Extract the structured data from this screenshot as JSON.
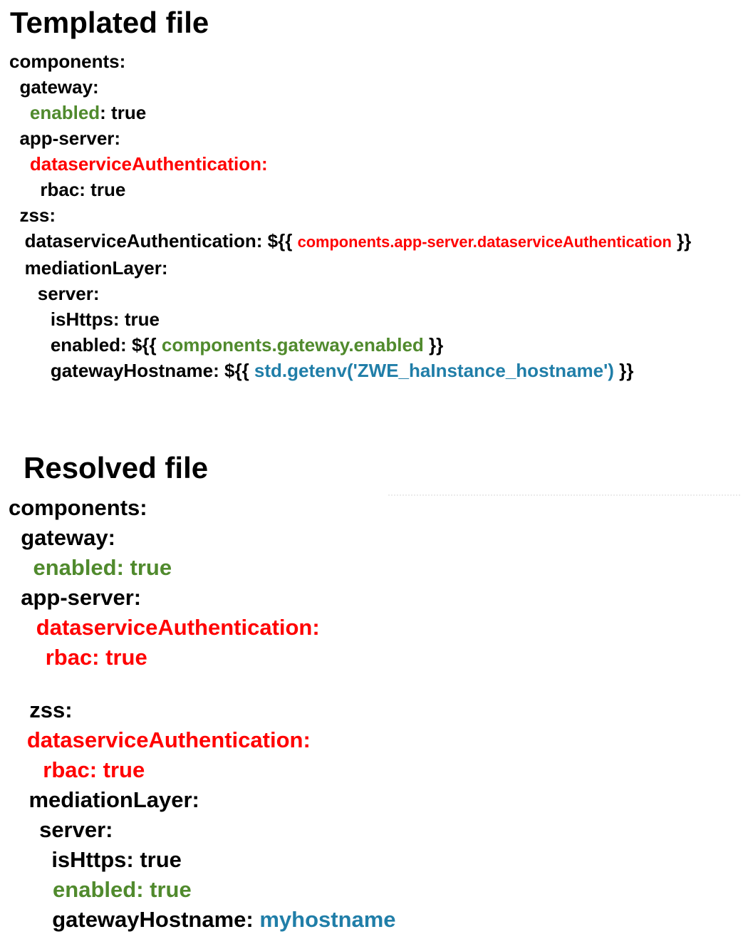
{
  "colors": {
    "black": "#000000",
    "green": "#508a2d",
    "red": "#ff0000",
    "blue": "#207ea8"
  },
  "templated": {
    "title": "Templated file",
    "lines": [
      {
        "indent": 0,
        "segments": [
          {
            "text": "components:",
            "color": "black"
          }
        ]
      },
      {
        "indent": 2,
        "segments": [
          {
            "text": "gateway:",
            "color": "black"
          }
        ]
      },
      {
        "indent": 4,
        "segments": [
          {
            "text": "enabled",
            "color": "green"
          },
          {
            "text": ": true",
            "color": "black"
          }
        ]
      },
      {
        "indent": 2,
        "segments": [
          {
            "text": "app-server:",
            "color": "black"
          }
        ]
      },
      {
        "indent": 4,
        "segments": [
          {
            "text": "dataserviceAuthentication:",
            "color": "red"
          }
        ]
      },
      {
        "indent": 6,
        "segments": [
          {
            "text": "rbac: true",
            "color": "black"
          }
        ]
      },
      {
        "indent": 2,
        "segments": [
          {
            "text": "zss:",
            "color": "black"
          }
        ]
      },
      {
        "indent": 3,
        "segments": [
          {
            "text": "dataserviceAuthentication: ${{ ",
            "color": "black"
          },
          {
            "text": "components.app-server.dataserviceAuthentication",
            "color": "red",
            "small": true
          },
          {
            "text": " }}",
            "color": "black"
          }
        ]
      },
      {
        "indent": 3,
        "segments": [
          {
            "text": "mediationLayer:",
            "color": "black"
          }
        ]
      },
      {
        "indent": 5.5,
        "segments": [
          {
            "text": "server:",
            "color": "black"
          }
        ]
      },
      {
        "indent": 8,
        "segments": [
          {
            "text": "isHttps: true",
            "color": "black"
          }
        ]
      },
      {
        "indent": 8,
        "segments": [
          {
            "text": "enabled: ${{ ",
            "color": "black"
          },
          {
            "text": "components.gateway.enabled",
            "color": "green"
          },
          {
            "text": " }}",
            "color": "black"
          }
        ]
      },
      {
        "indent": 8,
        "segments": [
          {
            "text": "gatewayHostname: ${{ ",
            "color": "black"
          },
          {
            "text": "std.getenv('ZWE_haInstance_hostname')",
            "color": "blue"
          },
          {
            "text": " }}",
            "color": "black"
          }
        ]
      }
    ]
  },
  "resolved": {
    "title": "Resolved file",
    "lines": [
      {
        "indent": 0,
        "segments": [
          {
            "text": "components:",
            "color": "black"
          }
        ]
      },
      {
        "indent": 2,
        "segments": [
          {
            "text": "gateway:",
            "color": "black"
          }
        ]
      },
      {
        "indent": 4,
        "segments": [
          {
            "text": "enabled: true",
            "color": "green"
          }
        ]
      },
      {
        "indent": 2,
        "segments": [
          {
            "text": "app-server:",
            "color": "black"
          }
        ]
      },
      {
        "indent": 4.5,
        "segments": [
          {
            "text": "dataserviceAuthentication:",
            "color": "red"
          }
        ]
      },
      {
        "indent": 6,
        "segments": [
          {
            "text": "rbac: true",
            "color": "red"
          }
        ]
      },
      {
        "blank": true
      },
      {
        "indent": 3.4,
        "segments": [
          {
            "text": "zss:",
            "color": "black"
          }
        ]
      },
      {
        "indent": 3,
        "segments": [
          {
            "text": "dataserviceAuthentication:",
            "color": "red"
          }
        ]
      },
      {
        "indent": 5.6,
        "segments": [
          {
            "text": "rbac: true",
            "color": "red"
          }
        ]
      },
      {
        "indent": 3.3,
        "segments": [
          {
            "text": "mediationLayer:",
            "color": "black"
          }
        ]
      },
      {
        "indent": 5,
        "segments": [
          {
            "text": "server:",
            "color": "black"
          }
        ]
      },
      {
        "indent": 7,
        "segments": [
          {
            "text": "isHttps: true",
            "color": "black"
          }
        ]
      },
      {
        "indent": 7.2,
        "segments": [
          {
            "text": "enabled: true",
            "color": "green"
          }
        ]
      },
      {
        "indent": 7.1,
        "segments": [
          {
            "text": "gatewayHostname: ",
            "color": "black"
          },
          {
            "text": "myhostname",
            "color": "blue"
          }
        ]
      }
    ]
  }
}
